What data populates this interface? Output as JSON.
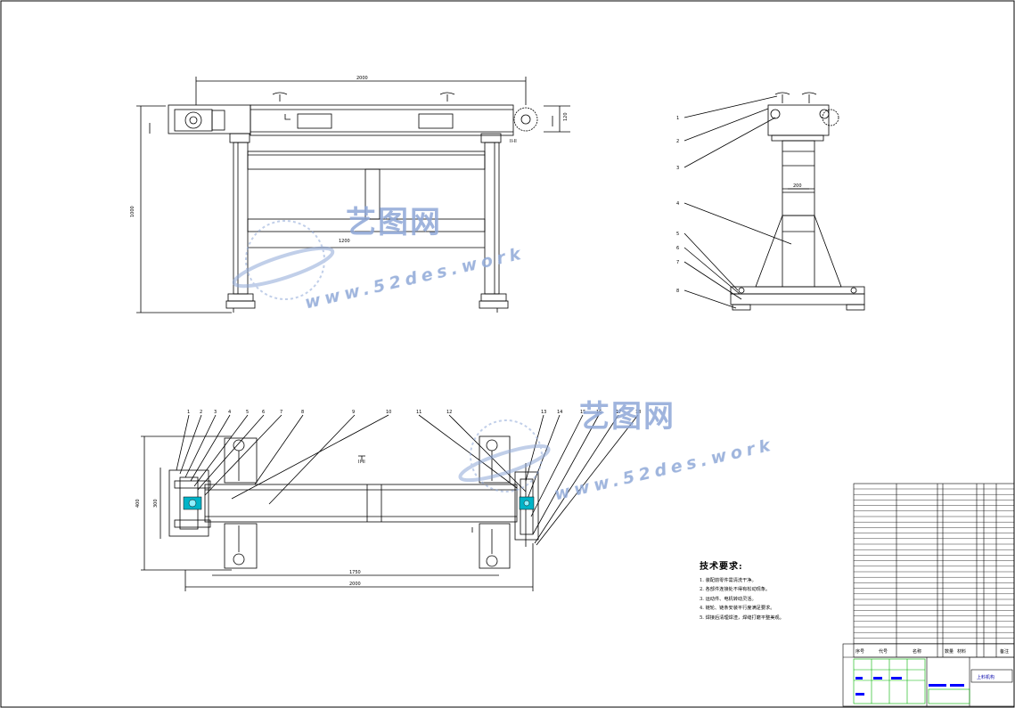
{
  "drawing": {
    "front_view": {
      "overall_length": "2000",
      "overall_height": "1000",
      "section_label": "II-II",
      "height_right": "120",
      "inner_length": "1200"
    },
    "plan_view": {
      "overall_length": "2000",
      "inner_length": "1750",
      "width": "400",
      "inner_width": "300",
      "section_mark": "II-II",
      "leaders_left": [
        "1",
        "2",
        "3",
        "4",
        "5",
        "6",
        "7",
        "8"
      ],
      "leaders_mid": [
        "9",
        "10",
        "11",
        "12"
      ],
      "leaders_right": [
        "13",
        "14",
        "15",
        "16",
        "17",
        "18"
      ]
    },
    "side_view": {
      "width_dim": "200",
      "leaders": [
        "1",
        "2",
        "3",
        "4",
        "5",
        "6",
        "7",
        "8"
      ]
    }
  },
  "technical_notes": {
    "title": "技术要求:",
    "items": [
      "1. 装配前零件需清洗干净。",
      "2. 各部件连接处不得有松动现象。",
      "3. 运动件、电机转动灵活。",
      "4. 链轮、链条安装平行度满足要求。",
      "5. 焊接后清理焊渣，焊缝打磨平整美观。"
    ]
  },
  "title_block": {
    "drawing_name": "上料机构",
    "headers": [
      "序号",
      "代号",
      "名称",
      "数量",
      "材料",
      "备注"
    ]
  },
  "watermark": {
    "brand": "艺图网",
    "url": "www.52des.work"
  },
  "colors": {
    "line": "#000000",
    "highlight": "#00b4c8",
    "title_block_green": "#00b400",
    "title_block_blue": "#0000ff",
    "watermark": "#8fa8d8"
  }
}
